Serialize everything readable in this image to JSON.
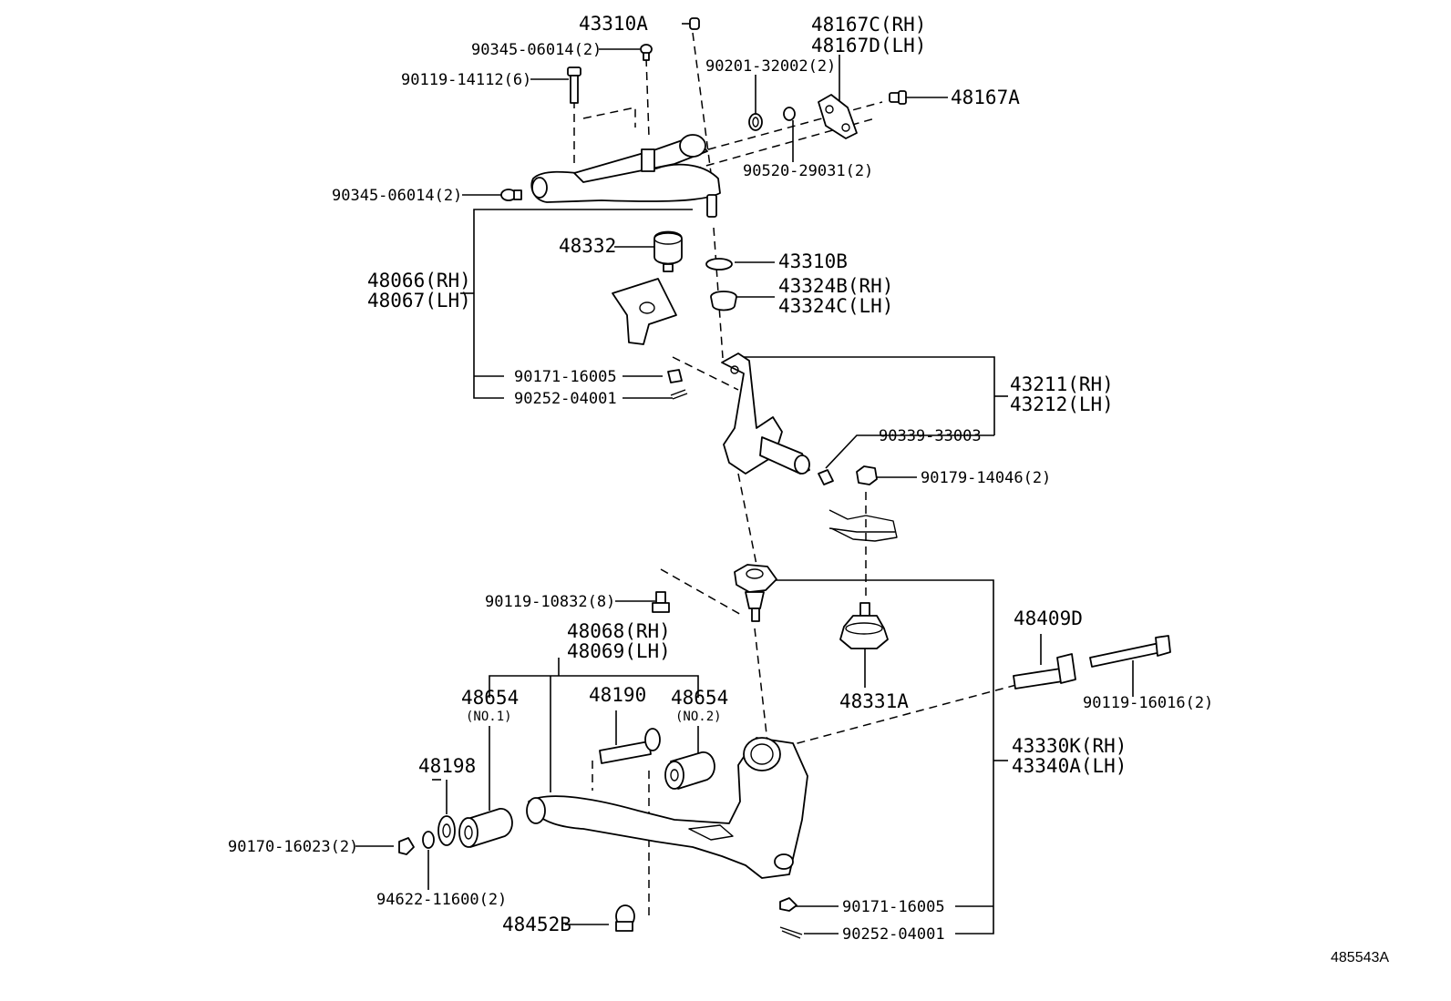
{
  "diagram_id": "485543A",
  "parts": {
    "p_43310A": "43310A",
    "p_90345_top": "90345-06014(2)",
    "p_90119_14112": "90119-14112(6)",
    "p_90201": "90201-32002(2)",
    "p_48167C": "48167C(RH)",
    "p_48167D": "48167D(LH)",
    "p_48167A": "48167A",
    "p_90520": "90520-29031(2)",
    "p_90345_mid": "90345-06014(2)",
    "p_48332": "48332",
    "p_43310B": "43310B",
    "p_48066": "48066(RH)",
    "p_48067": "48067(LH)",
    "p_43324B": "43324B(RH)",
    "p_43324C": "43324C(LH)",
    "p_90171_up": "90171-16005",
    "p_90252_up": "90252-04001",
    "p_43211": "43211(RH)",
    "p_43212": "43212(LH)",
    "p_90339": "90339-33003",
    "p_90179": "90179-14046(2)",
    "p_90119_10832": "90119-10832(8)",
    "p_48068": "48068(RH)",
    "p_48069": "48069(LH)",
    "p_48409D": "48409D",
    "p_48654_1": "48654",
    "p_no1": "(NO.1)",
    "p_48190": "48190",
    "p_48654_2": "48654",
    "p_no2": "(NO.2)",
    "p_48331A": "48331A",
    "p_90119_16016": "90119-16016(2)",
    "p_43330K": "43330K(RH)",
    "p_43340A": "43340A(LH)",
    "p_48198": "48198",
    "p_90170": "90170-16023(2)",
    "p_94622": "94622-11600(2)",
    "p_48452B": "48452B",
    "p_90171_low": "90171-16005",
    "p_90252_low": "90252-04001"
  }
}
